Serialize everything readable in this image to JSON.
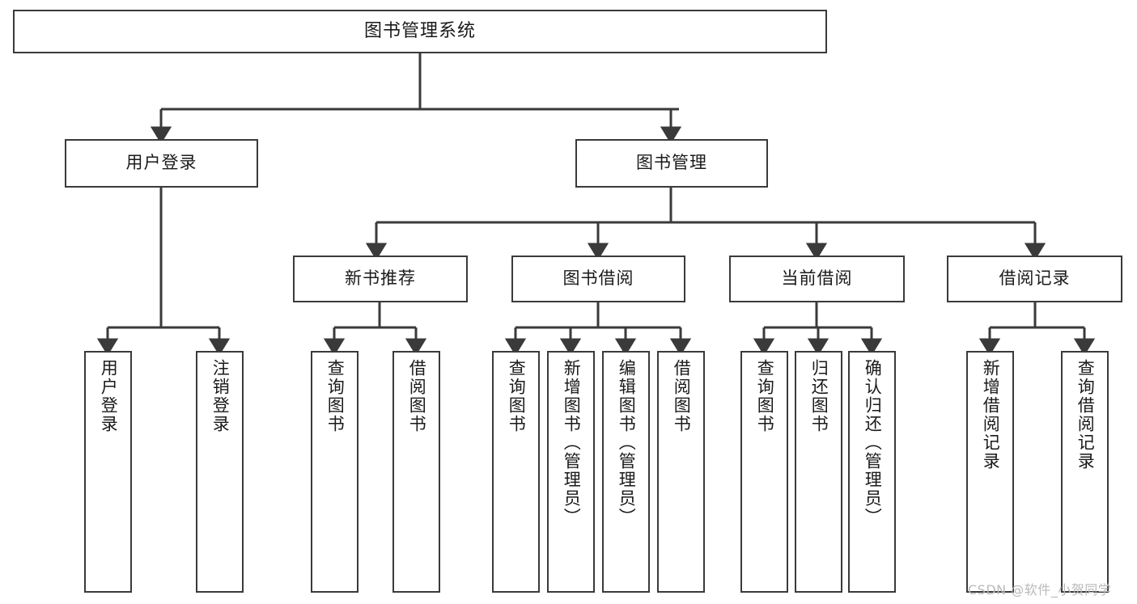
{
  "diagram": {
    "title": "图书管理系统",
    "type": "tree-hierarchy-diagram",
    "watermark": "CSDN @软件_小贺同学",
    "colors": {
      "stroke": "#3a3a3a",
      "fill": "#ffffff",
      "text": "#1a1a1a",
      "watermark": "#b9b9b9"
    },
    "nodes": {
      "root": {
        "label": "图书管理系统"
      },
      "level2": [
        {
          "id": "user-login",
          "label": "用户登录"
        },
        {
          "id": "book-manage",
          "label": "图书管理"
        }
      ],
      "level3": [
        {
          "id": "new-book-recommend",
          "label": "新书推荐"
        },
        {
          "id": "book-borrow",
          "label": "图书借阅"
        },
        {
          "id": "current-borrow",
          "label": "当前借阅"
        },
        {
          "id": "borrow-record",
          "label": "借阅记录"
        }
      ],
      "leaves": {
        "user_login": [
          {
            "id": "leaf-user-login",
            "label": "用户登录"
          },
          {
            "id": "leaf-logout-login",
            "label": "注销登录"
          }
        ],
        "new_book_recommend": [
          {
            "id": "leaf-query-book-1",
            "label": "查询图书"
          },
          {
            "id": "leaf-borrow-book-1",
            "label": "借阅图书"
          }
        ],
        "book_borrow": [
          {
            "id": "leaf-query-book-2",
            "label": "查询图书"
          },
          {
            "id": "leaf-add-book",
            "label": "新增图书（管理员）"
          },
          {
            "id": "leaf-edit-book",
            "label": "编辑图书（管理员）"
          },
          {
            "id": "leaf-borrow-book-2",
            "label": "借阅图书"
          }
        ],
        "current_borrow": [
          {
            "id": "leaf-query-book-3",
            "label": "查询图书"
          },
          {
            "id": "leaf-return-book",
            "label": "归还图书"
          },
          {
            "id": "leaf-confirm-return",
            "label": "确认归还（管理员）"
          }
        ],
        "borrow_record": [
          {
            "id": "leaf-add-record",
            "label": "新增借阅记录"
          },
          {
            "id": "leaf-query-record",
            "label": "查询借阅记录"
          }
        ]
      }
    }
  }
}
